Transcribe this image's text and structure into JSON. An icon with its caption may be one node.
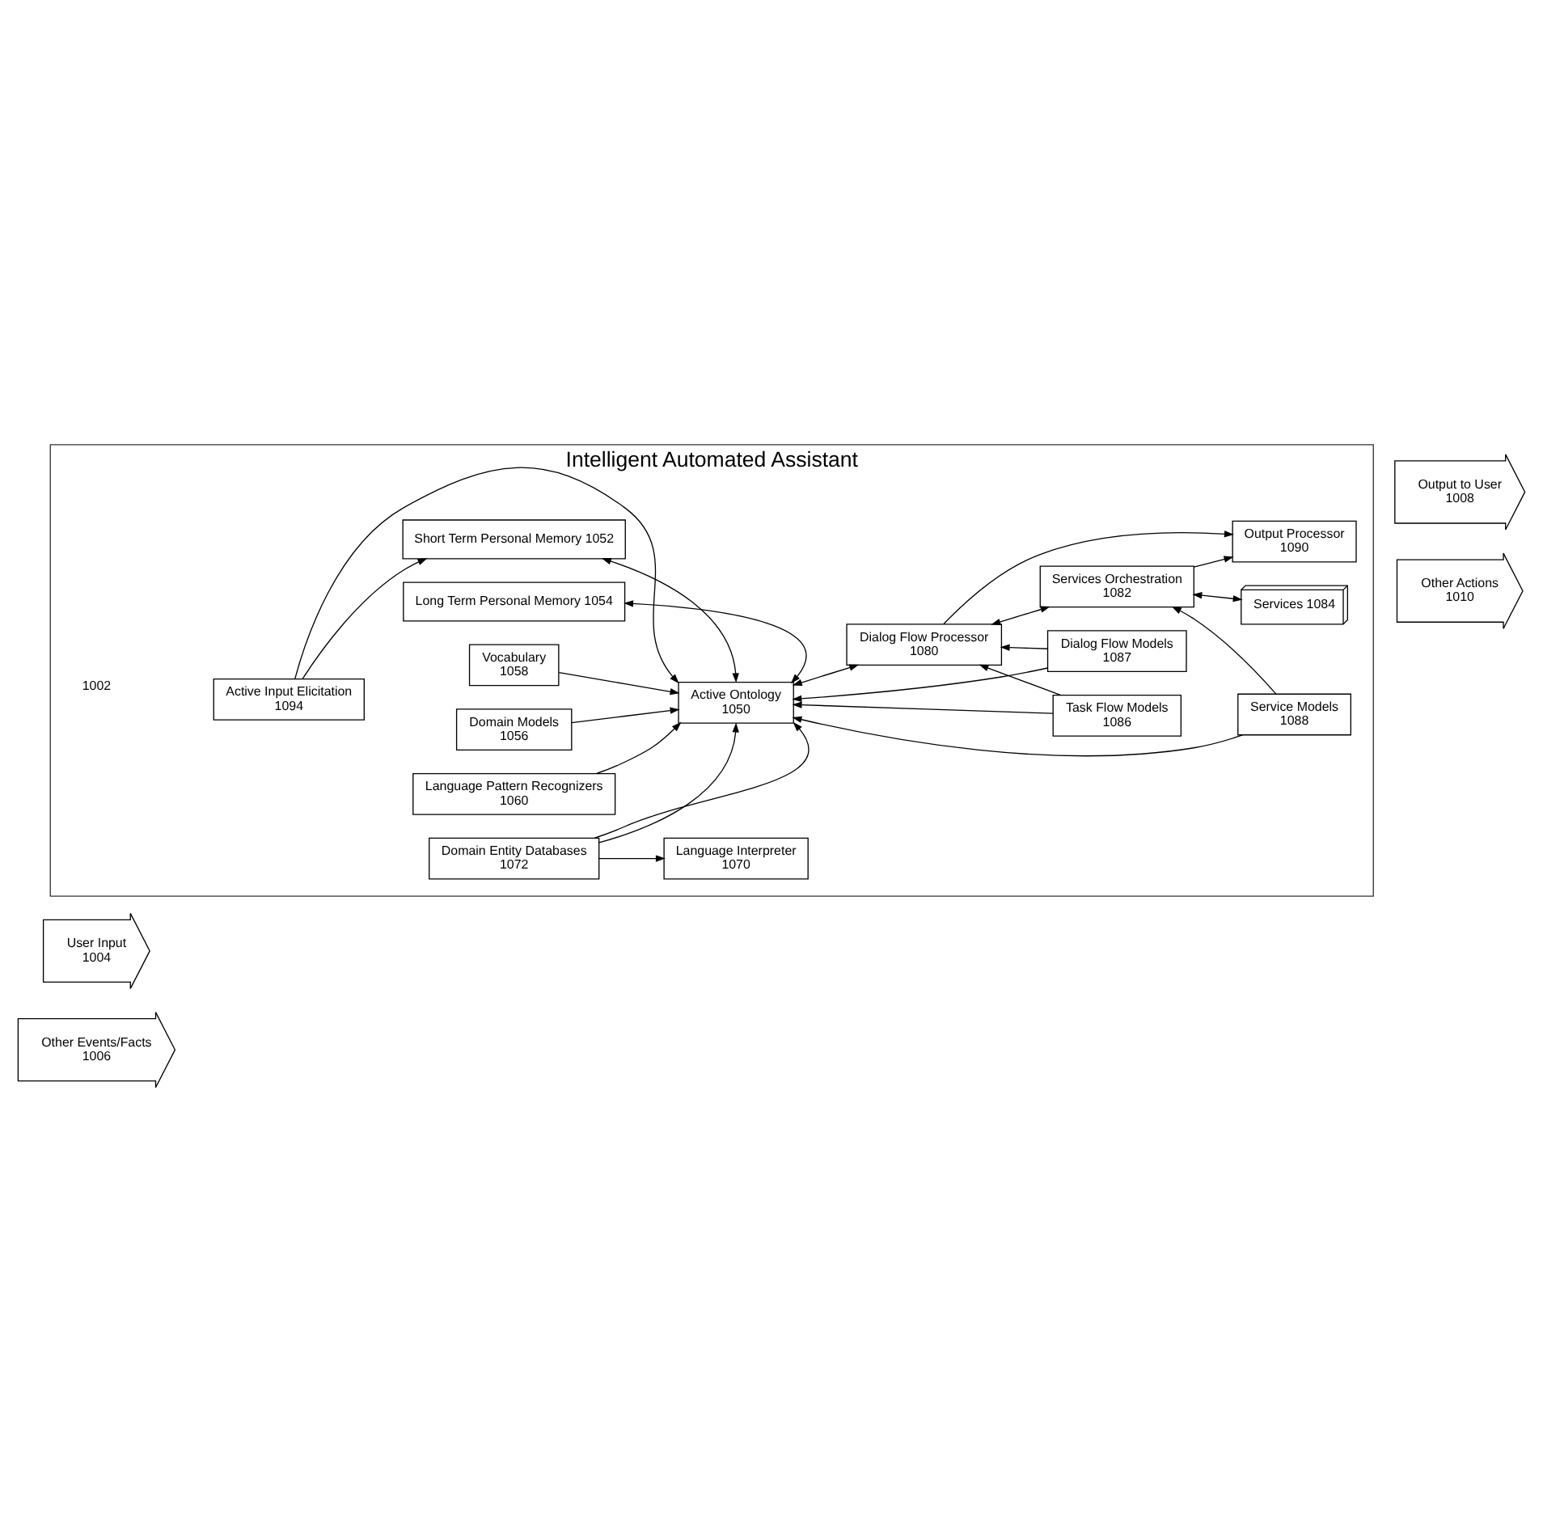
{
  "diagram": {
    "nodes": [
      {
        "text": [
          "Intelligent Automated Assistant"
        ],
        "beside": [
          "1002"
        ]
      },
      {
        "text": [
          "User Input",
          "1004"
        ]
      },
      {
        "text": [
          "Other Events/Facts",
          "1006"
        ]
      },
      {
        "text": [
          "Active Input Elicitation",
          "1094"
        ],
        "in": 0
      },
      {
        "text": [
          "Short Term Personal Memory 1052"
        ],
        "in": 0
      },
      {
        "text": [
          "Long Term Personal Memory 1054"
        ],
        "in": 0
      },
      {
        "text": [
          "Domain Models",
          "1056"
        ],
        "in": 0
      },
      {
        "text": [
          "Vocabulary",
          "1058"
        ],
        "in": 0
      },
      {
        "text": [
          "Active Ontology",
          "1050"
        ],
        "in": 0
      },
      {
        "text": [
          "Task Flow Models",
          "1086"
        ],
        "in": 0
      },
      {
        "text": [
          "Dialog Flow Models",
          "1087"
        ],
        "in": 0
      },
      {
        "text": [
          "Language Pattern Recognizers",
          "1060"
        ],
        "in": 0
      },
      {
        "text": [
          "Service Models",
          "1088"
        ],
        "in": 0
      },
      {
        "text": [
          "Domain Entity Databases",
          "1072"
        ],
        "in": 0
      },
      {
        "text": [
          "Dialog Flow Processor",
          "1080"
        ],
        "in": 0
      },
      {
        "text": [
          "Output Processor",
          "1090"
        ],
        "in": 0
      },
      {
        "text": [
          "Services Orchestration",
          "1082"
        ],
        "in": 0
      },
      {
        "text": [
          "Language Interpreter",
          "1070"
        ],
        "in": 0
      },
      {
        "text": [
          "Services 1084"
        ],
        "in": 0
      },
      {
        "text": [
          "Output to User",
          "1008"
        ]
      },
      {
        "text": [
          "Other Actions",
          "1010"
        ]
      }
    ],
    "edges": [
      {
        "from": 3,
        "to": 4,
        "arrow": "to"
      },
      {
        "from": 3,
        "to": 8,
        "arrow": "to"
      },
      {
        "from": 4,
        "to": 8,
        "arrow": "both"
      },
      {
        "from": 5,
        "to": 8,
        "arrow": "both"
      },
      {
        "from": 6,
        "to": 8,
        "arrow": "to"
      },
      {
        "from": 7,
        "to": 8,
        "arrow": "to"
      },
      {
        "from": 11,
        "to": 8,
        "arrow": "to"
      },
      {
        "from": 13,
        "to": 8,
        "arrow": "to"
      },
      {
        "from": 13,
        "to": 8,
        "arrow": "to"
      },
      {
        "from": 13,
        "to": 17,
        "arrow": "to"
      },
      {
        "from": 8,
        "to": 14,
        "arrow": "both"
      },
      {
        "from": 9,
        "to": 8,
        "arrow": "to"
      },
      {
        "from": 9,
        "to": 14,
        "arrow": "to"
      },
      {
        "from": 10,
        "to": 8,
        "arrow": "to"
      },
      {
        "from": 10,
        "to": 14,
        "arrow": "to"
      },
      {
        "from": 12,
        "to": 8,
        "arrow": "to"
      },
      {
        "from": 12,
        "to": 16,
        "arrow": "to"
      },
      {
        "from": 14,
        "to": 15,
        "arrow": "to"
      },
      {
        "from": 16,
        "to": 15,
        "arrow": "to"
      },
      {
        "from": 14,
        "to": 16,
        "arrow": "both"
      },
      {
        "from": 16,
        "to": 18,
        "arrow": "both"
      }
    ]
  }
}
